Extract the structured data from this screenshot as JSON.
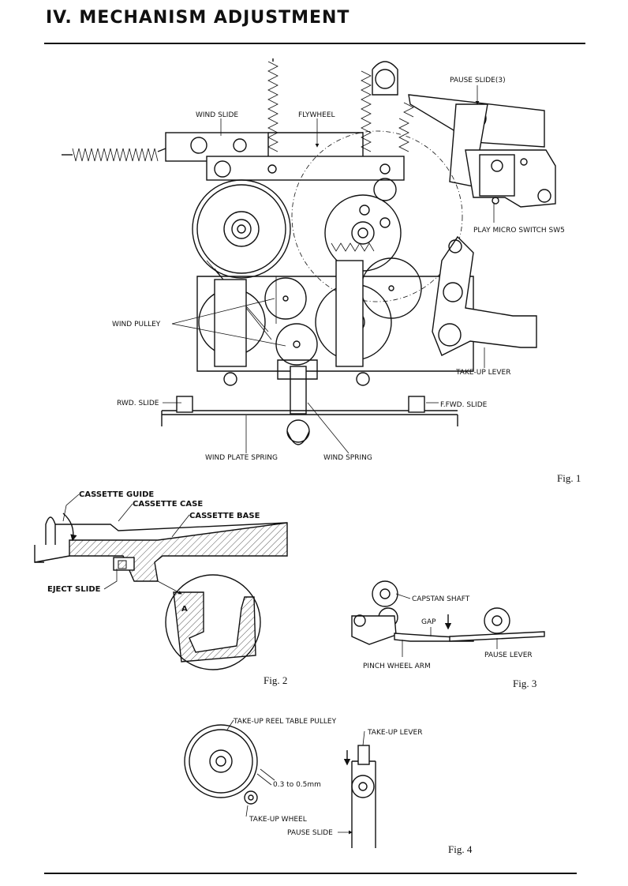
{
  "header": {
    "title": "IV. MECHANISM ADJUSTMENT"
  },
  "fig1": {
    "caption": "Fig. 1",
    "labels": {
      "wind_slide": "WIND SLIDE",
      "flywheel": "FLYWHEEL",
      "pause_slide": "PAUSE SLIDE(3)",
      "play_micro_switch": "PLAY MICRO SWITCH SW5",
      "wind_pulley": "WIND PULLEY",
      "take_up_lever": "TAKE-UP LEVER",
      "rwd_slide": "RWD. SLIDE",
      "ffwd_slide": "F.FWD. SLIDE",
      "wind_plate_spring": "WIND PLATE SPRING",
      "wind_spring": "WIND SPRING"
    }
  },
  "fig2": {
    "caption": "Fig. 2",
    "labels": {
      "cassette_guide": "CASSETTE GUIDE",
      "cassette_case": "CASSETTE CASE",
      "cassette_base": "CASSETTE BASE",
      "eject_slide": "EJECT SLIDE",
      "point_a": "A"
    }
  },
  "fig3": {
    "caption": "Fig. 3",
    "labels": {
      "capstan_shaft": "CAPSTAN SHAFT",
      "gap": "GAP",
      "pause_lever": "PAUSE LEVER",
      "pinch_wheel_arm": "PINCH WHEEL ARM"
    }
  },
  "fig4": {
    "caption": "Fig. 4",
    "labels": {
      "take_up_reel_table_pulley": "TAKE-UP REEL TABLE PULLEY",
      "take_up_lever": "TAKE-UP LEVER",
      "clearance": "0.3 to 0.5mm",
      "take_up_wheel": "TAKE-UP WHEEL",
      "pause_slide": "PAUSE SLIDE"
    }
  }
}
